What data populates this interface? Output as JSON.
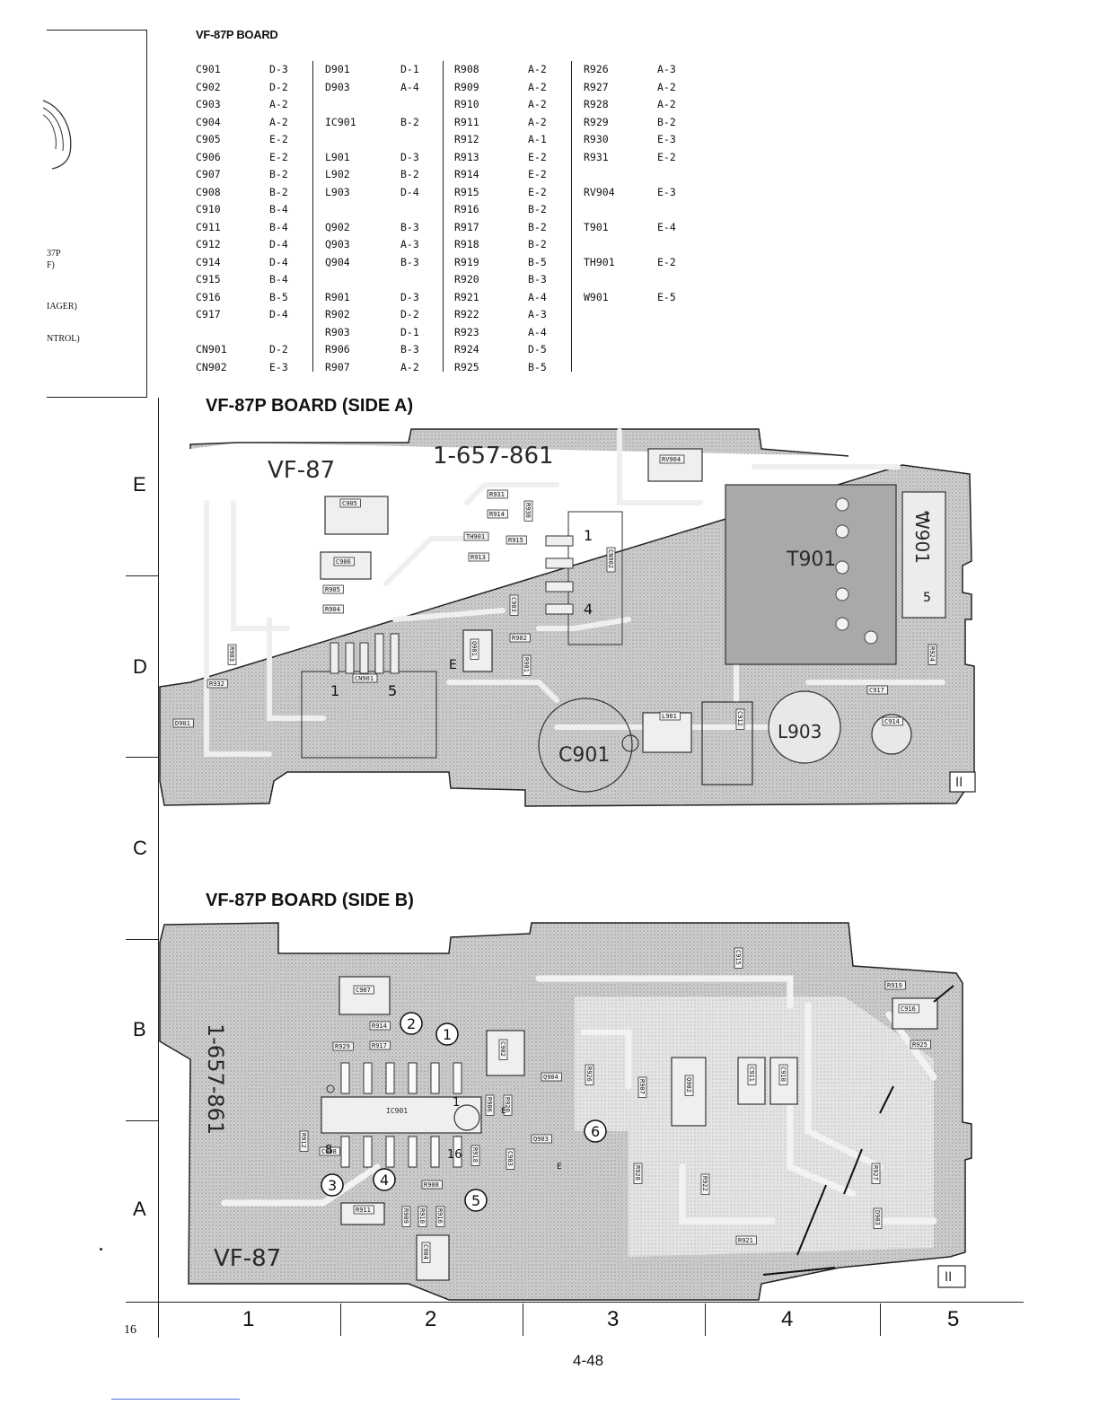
{
  "header": {
    "title": "VF-87P BOARD"
  },
  "legend": {
    "columns": [
      {
        "items": [
          {
            "ref": "C901",
            "loc": "D-3"
          },
          {
            "ref": "C902",
            "loc": "D-2"
          },
          {
            "ref": "C903",
            "loc": "A-2"
          },
          {
            "ref": "C904",
            "loc": "A-2"
          },
          {
            "ref": "C905",
            "loc": "E-2"
          },
          {
            "ref": "C906",
            "loc": "E-2"
          },
          {
            "ref": "C907",
            "loc": "B-2"
          },
          {
            "ref": "C908",
            "loc": "B-2"
          },
          {
            "ref": "C910",
            "loc": "B-4"
          },
          {
            "ref": "C911",
            "loc": "B-4"
          },
          {
            "ref": "C912",
            "loc": "D-4"
          },
          {
            "ref": "C914",
            "loc": "D-4"
          },
          {
            "ref": "C915",
            "loc": "B-4"
          },
          {
            "ref": "C916",
            "loc": "B-5"
          },
          {
            "ref": "C917",
            "loc": "D-4"
          },
          {
            "ref": "",
            "loc": ""
          },
          {
            "ref": "CN901",
            "loc": "D-2"
          },
          {
            "ref": "CN902",
            "loc": "E-3"
          }
        ]
      },
      {
        "items": [
          {
            "ref": "D901",
            "loc": "D-1"
          },
          {
            "ref": "D903",
            "loc": "A-4"
          },
          {
            "ref": "",
            "loc": ""
          },
          {
            "ref": "IC901",
            "loc": "B-2"
          },
          {
            "ref": "",
            "loc": ""
          },
          {
            "ref": "L901",
            "loc": "D-3"
          },
          {
            "ref": "L902",
            "loc": "B-2"
          },
          {
            "ref": "L903",
            "loc": "D-4"
          },
          {
            "ref": "",
            "loc": ""
          },
          {
            "ref": "Q902",
            "loc": "B-3"
          },
          {
            "ref": "Q903",
            "loc": "A-3"
          },
          {
            "ref": "Q904",
            "loc": "B-3"
          },
          {
            "ref": "",
            "loc": ""
          },
          {
            "ref": "R901",
            "loc": "D-3"
          },
          {
            "ref": "R902",
            "loc": "D-2"
          },
          {
            "ref": "R903",
            "loc": "D-1"
          },
          {
            "ref": "R906",
            "loc": "B-3"
          },
          {
            "ref": "R907",
            "loc": "A-2"
          }
        ]
      },
      {
        "items": [
          {
            "ref": "R908",
            "loc": "A-2"
          },
          {
            "ref": "R909",
            "loc": "A-2"
          },
          {
            "ref": "R910",
            "loc": "A-2"
          },
          {
            "ref": "R911",
            "loc": "A-2"
          },
          {
            "ref": "R912",
            "loc": "A-1"
          },
          {
            "ref": "R913",
            "loc": "E-2"
          },
          {
            "ref": "R914",
            "loc": "E-2"
          },
          {
            "ref": "R915",
            "loc": "E-2"
          },
          {
            "ref": "R916",
            "loc": "B-2"
          },
          {
            "ref": "R917",
            "loc": "B-2"
          },
          {
            "ref": "R918",
            "loc": "B-2"
          },
          {
            "ref": "R919",
            "loc": "B-5"
          },
          {
            "ref": "R920",
            "loc": "B-3"
          },
          {
            "ref": "R921",
            "loc": "A-4"
          },
          {
            "ref": "R922",
            "loc": "A-3"
          },
          {
            "ref": "R923",
            "loc": "A-4"
          },
          {
            "ref": "R924",
            "loc": "D-5"
          },
          {
            "ref": "R925",
            "loc": "B-5"
          }
        ]
      },
      {
        "items": [
          {
            "ref": "R926",
            "loc": "A-3"
          },
          {
            "ref": "R927",
            "loc": "A-2"
          },
          {
            "ref": "R928",
            "loc": "A-2"
          },
          {
            "ref": "R929",
            "loc": "B-2"
          },
          {
            "ref": "R930",
            "loc": "E-3"
          },
          {
            "ref": "R931",
            "loc": "E-2"
          },
          {
            "ref": "",
            "loc": ""
          },
          {
            "ref": "RV904",
            "loc": "E-3"
          },
          {
            "ref": "",
            "loc": ""
          },
          {
            "ref": "T901",
            "loc": "E-4"
          },
          {
            "ref": "",
            "loc": ""
          },
          {
            "ref": "TH901",
            "loc": "E-2"
          },
          {
            "ref": "",
            "loc": ""
          },
          {
            "ref": "W901",
            "loc": "E-5"
          }
        ]
      }
    ]
  },
  "side_fragments": [
    "37P",
    "F)",
    "IAGER)",
    "NTROL)"
  ],
  "side_a": {
    "title": "VF-87P BOARD (SIDE A)",
    "board_texts": [
      "VF-87",
      "1-657-861",
      "T901",
      "W901",
      "C901",
      "L903"
    ],
    "part_labels": [
      "C905",
      "C906",
      "R905",
      "R904",
      "R931",
      "R914",
      "R930",
      "TH901",
      "R915",
      "R913",
      "CN902",
      "RV904",
      "C903",
      "Q901",
      "R902",
      "R901",
      "R903",
      "R932",
      "D901",
      "CN901",
      "L901",
      "C912",
      "C917",
      "C914",
      "R924"
    ],
    "pin_labels": [
      "1",
      "5",
      "1",
      "4",
      "1",
      "5",
      "E"
    ]
  },
  "side_b": {
    "title": "VF-87P BOARD (SIDE B)",
    "board_texts": [
      "1-657-861",
      "VF-87",
      "IC901"
    ],
    "part_labels": [
      "C907",
      "R914",
      "R929",
      "R917",
      "C902",
      "Q904",
      "R926",
      "C915",
      "C916",
      "R919",
      "R925",
      "R907",
      "R920",
      "R906",
      "R912",
      "C908",
      "R918",
      "C903",
      "Q903",
      "R911",
      "R909",
      "R910",
      "R916",
      "R922",
      "R927",
      "R928",
      "R921",
      "C904",
      "D903",
      "C910",
      "C911",
      "Q902",
      "R908"
    ],
    "pin_labels": [
      "8",
      "1",
      "16",
      "E",
      "E"
    ],
    "callouts": [
      "1",
      "2",
      "3",
      "4",
      "5",
      "6"
    ]
  },
  "grid": {
    "rows": [
      "E",
      "D",
      "C",
      "B",
      "A"
    ],
    "columns": [
      "1",
      "2",
      "3",
      "4",
      "5"
    ]
  },
  "page_number_left": "16",
  "page_number": "4-48",
  "board_badge": "II"
}
